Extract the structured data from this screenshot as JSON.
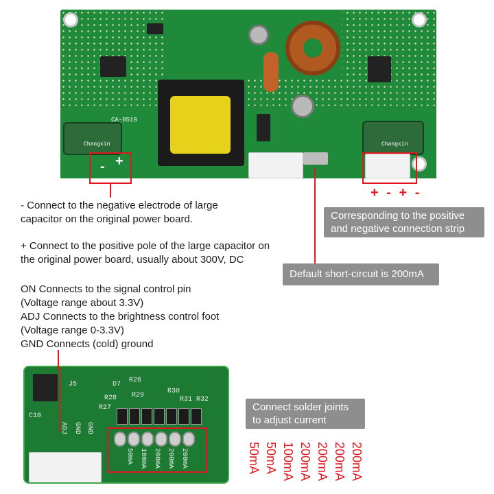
{
  "board": {
    "model_label": "CA-0518",
    "capacitor_brand": "Changxin",
    "plus_sign": "+",
    "minus_sign": "-"
  },
  "connector_polarity": "+ - + -",
  "annotations": {
    "negative_desc": "- Connect to the negative electrode of large capacitor on the original power board.",
    "positive_desc": "+ Connect to the positive pole of the large capacitor on the original power board, usually about 300V, DC",
    "on_desc": "ON Connects to the signal control pin",
    "on_range": "(Voltage range about 3.3V)",
    "adj_desc": "ADJ Connects to the brightness control foot",
    "adj_range": "(Voltage range 0-3.3V)",
    "gnd_desc": "GND Connects (cold) ground"
  },
  "callouts": {
    "positive_strip": "Corresponding to the positive and negative connection strip",
    "short_circuit": "Default short-circuit is 200mA",
    "solder_joints": "Connect solder joints to adjust current"
  },
  "current_options": [
    "50mA",
    "50mA",
    "100mA",
    "200mA",
    "200mA",
    "200mA",
    "200mA"
  ],
  "inset": {
    "labels": [
      "D7",
      "R26",
      "R28",
      "R27",
      "R29",
      "R30",
      "R31",
      "R32",
      "C10",
      "ADJ",
      "GND",
      "GND",
      "J5"
    ],
    "pad_values": [
      "50mA",
      "100mA",
      "200mA",
      "200mA",
      "200mA"
    ]
  },
  "colors": {
    "highlight_red": "#e0181e",
    "pcb_green": "#1f8a3a",
    "callout_gray": "#8e8e8e"
  }
}
